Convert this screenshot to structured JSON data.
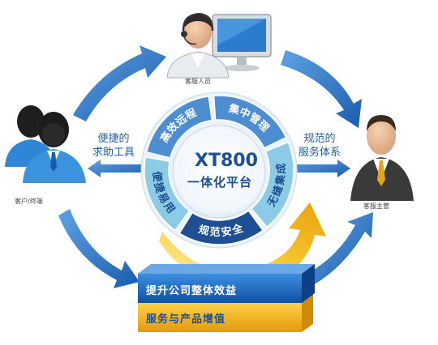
{
  "colors": {
    "arrow_blue": "#2a73c6",
    "ring_blue": "#4d8ed3",
    "ring_cyan": "#8ccbe6",
    "ring_navy": "#1d4f92",
    "gold": "#f2b31a",
    "text_blue": "#1f5fa8"
  },
  "center": {
    "line1": "XT800",
    "line2": "一体化平台"
  },
  "ring_segments": [
    "高效远程",
    "集中管理",
    "无缝集成",
    "规范安全",
    "便捷易用"
  ],
  "people": {
    "top": "客服人员",
    "left": "客户/终端",
    "right": "客服主管"
  },
  "side_labels": {
    "left": [
      "便捷的",
      "求助工具"
    ],
    "right": [
      "规范的",
      "服务体系"
    ]
  },
  "bars": {
    "blue": "提升公司整体效益",
    "gold": "服务与产品增值"
  },
  "icons": {
    "operator": "headset-operator-icon",
    "clients": "client-group-icon",
    "supervisor": "supervisor-icon",
    "monitor": "monitor-icon"
  }
}
